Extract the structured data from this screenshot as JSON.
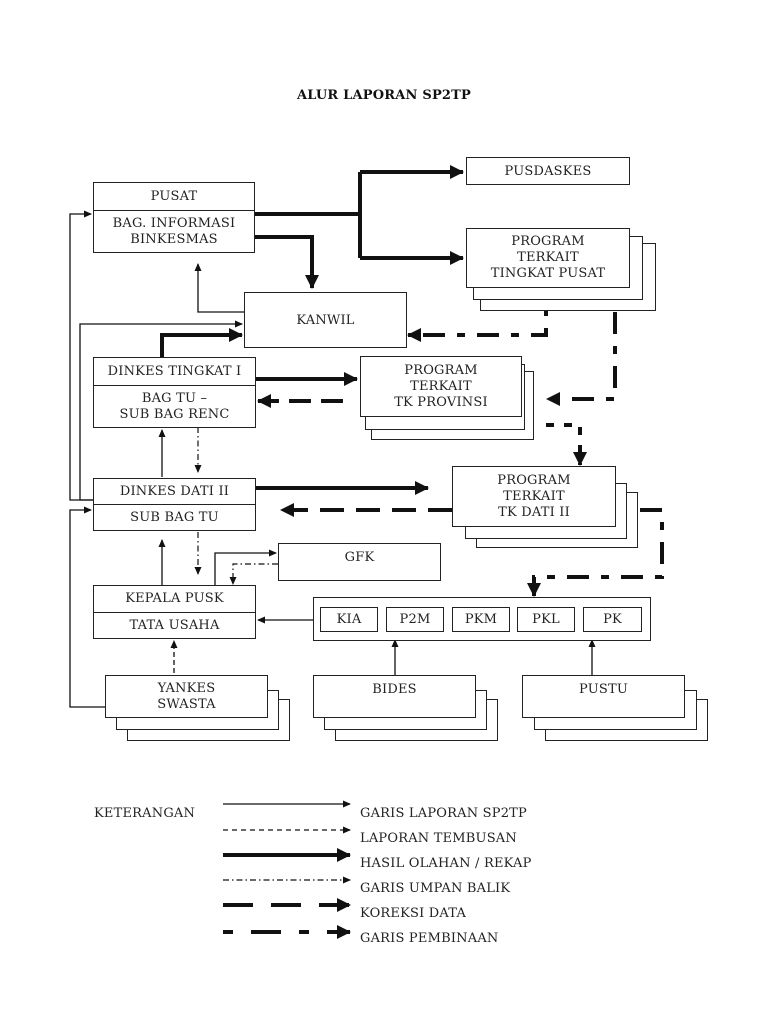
{
  "title": "ALUR LAPORAN SP2TP",
  "nodes": {
    "pusat": {
      "header": "PUSAT",
      "body": "BAG. INFORMASI\nBINKESMAS"
    },
    "pusdaskes": {
      "label": "PUSDASKES"
    },
    "program_pusat": {
      "label": "PROGRAM\nTERKAIT\nTINGKAT PUSAT"
    },
    "kanwil": {
      "label": "KANWIL"
    },
    "dinkes_tk1": {
      "header": "DINKES TINGKAT I",
      "body": "BAG TU –\nSUB BAG RENC"
    },
    "program_provinsi": {
      "label": "PROGRAM\nTERKAIT\nTK PROVINSI"
    },
    "dinkes_dati2": {
      "header": "DINKES DATI II",
      "body": "SUB BAG TU"
    },
    "program_dati2": {
      "label": "PROGRAM\nTERKAIT\nTK DATI II"
    },
    "gfk": {
      "label": "GFK"
    },
    "kepala_pusk": {
      "header": "KEPALA PUSK",
      "body": "TATA USAHA"
    },
    "programs": [
      "KIA",
      "P2M",
      "PKM",
      "PKL",
      "PK"
    ],
    "yankes": {
      "label": "YANKES\nSWASTA"
    },
    "bides": {
      "label": "BIDES"
    },
    "pustu": {
      "label": "PUSTU"
    }
  },
  "legend": {
    "heading": "KETERANGAN",
    "items": [
      {
        "label": "GARIS LAPORAN SP2TP",
        "style": "thin-solid"
      },
      {
        "label": "LAPORAN TEMBUSAN",
        "style": "thin-dashed"
      },
      {
        "label": "HASIL OLAHAN / REKAP",
        "style": "thick-solid"
      },
      {
        "label": "GARIS UMPAN BALIK",
        "style": "dash-dot"
      },
      {
        "label": "KOREKSI DATA",
        "style": "thick-long-dash"
      },
      {
        "label": "GARIS PEMBINAAN",
        "style": "thick-dash-mixed"
      }
    ]
  },
  "colors": {
    "line": "#111111",
    "box_border": "#222222",
    "background": "#ffffff"
  }
}
